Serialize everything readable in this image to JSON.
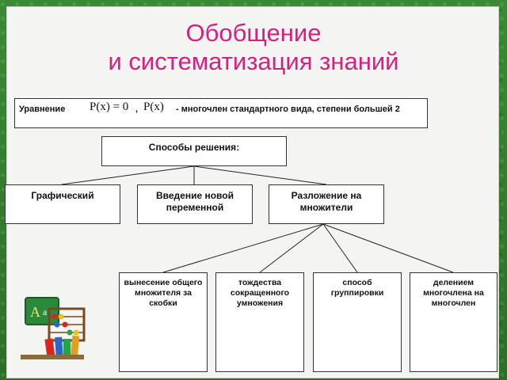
{
  "title": {
    "line1": "Обобщение",
    "line2": "и систематизация знаний"
  },
  "equation": {
    "label": "Уравнение",
    "math1": "P(x) = 0",
    "comma": ",",
    "math2": "P(x)",
    "description": "- многочлен стандартного вида, степени большей 2"
  },
  "methods_header": "Способы решения:",
  "methods": [
    "Графический",
    "Введение новой переменной",
    "Разложение на множители"
  ],
  "factorization_methods": [
    "вынесение общего множителя за скобки",
    "тождества сокращенного умножения",
    "способ группировки",
    "делением многочлена на многочлен"
  ],
  "colors": {
    "title": "#d6207f",
    "border_green": "#2f7a2c"
  },
  "icons": [
    "abacus-books-clipart-icon"
  ]
}
